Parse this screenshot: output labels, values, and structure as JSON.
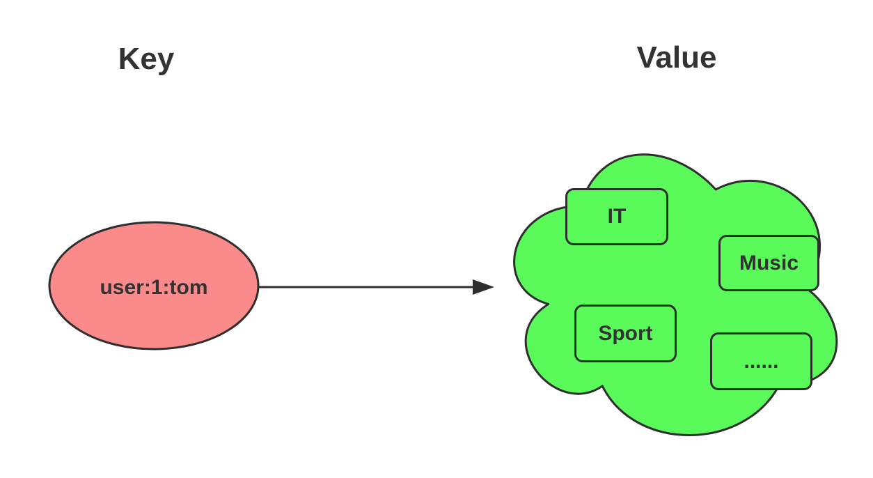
{
  "theme": {
    "background": "#ffffff",
    "stroke": "#2e2e2e",
    "text_color": "#333333",
    "key_fill": "#fb8b8b",
    "value_fill": "#5bfa5b"
  },
  "headers": {
    "key": "Key",
    "value": "Value"
  },
  "key_node": {
    "label": "user:1:tom"
  },
  "value_cloud": {
    "members": [
      "IT",
      "Music",
      "Sport",
      "......"
    ]
  }
}
